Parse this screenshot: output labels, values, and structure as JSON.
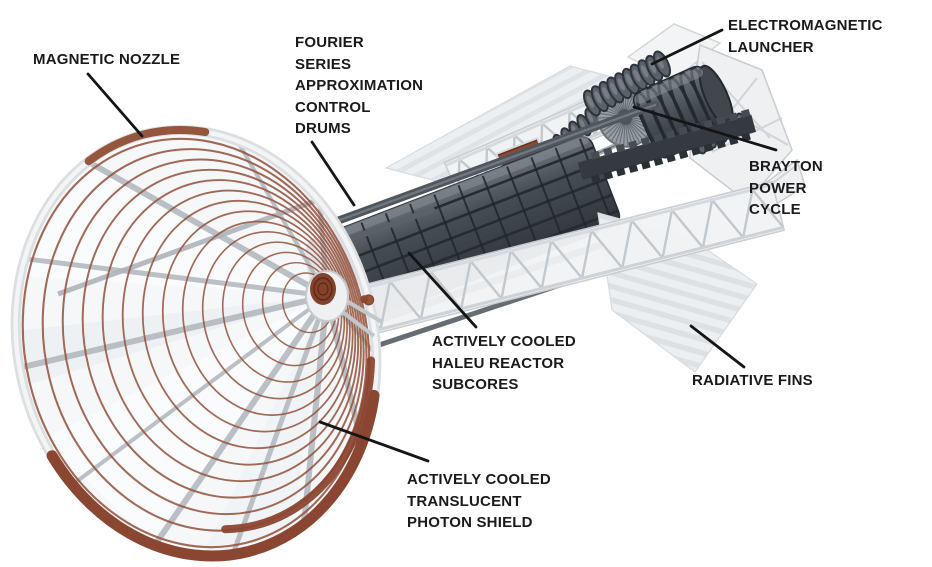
{
  "figure": {
    "background": "#ffffff",
    "labels": [
      {
        "id": "magnetic-nozzle",
        "text": "MAGNETIC NOZZLE"
      },
      {
        "id": "fourier-series-approximation-control-drums",
        "text": "FOURIER\nSERIES\nAPPROXIMATION\nCONTROL\nDRUMS"
      },
      {
        "id": "electromagnetic-launcher",
        "text": "ELECTROMAGNETIC\nLAUNCHER"
      },
      {
        "id": "brayton-power-cycle",
        "text": "BRAYTON\nPOWER\nCYCLE"
      },
      {
        "id": "actively-cooled-haleu-reactor-subcores",
        "text": "ACTIVELY COOLED\nHALEU REACTOR\nSUBCORES"
      },
      {
        "id": "radiative-fins",
        "text": "RADIATIVE FINS"
      },
      {
        "id": "actively-cooled-translucent-photon-shield",
        "text": "ACTIVELY COOLED\nTRANSLUCENT\nPHOTON SHIELD"
      }
    ],
    "colors": {
      "background": "#ffffff",
      "label_text": "#1a1a1b",
      "leader_line": "#151515",
      "copper_coil": "#8b4632",
      "copper_mesh": "#84422c",
      "structure_white": "#f1f3f5",
      "structure_line": "#c9cdd1",
      "dark_metal": "#454c53",
      "dark_metal_deep": "#2a3035",
      "radiator_fin": "#eceff1",
      "radiator_fin_line": "#dfe3e6"
    }
  }
}
